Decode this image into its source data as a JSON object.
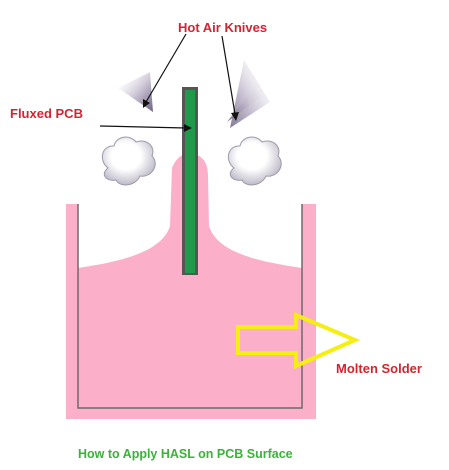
{
  "labels": {
    "hot_air_knives": "Hot Air Knives",
    "fluxed_pcb": "Fluxed PCB",
    "molten_solder": "Molten Solder",
    "caption": "How to Apply HASL on PCB Surface"
  },
  "colors": {
    "label_red": "#d0262f",
    "caption_green": "#3bb33b",
    "solder_pink": "#fbafc8",
    "tank_outline": "#6b6b6b",
    "pcb_green": "#1f9a4a",
    "pcb_edge": "#555555",
    "arrow_yellow": "#f4ee12",
    "knife_purple": "#8a7d98",
    "smoke_gray": "#b7b3c2",
    "pointer_black": "#111111"
  }
}
